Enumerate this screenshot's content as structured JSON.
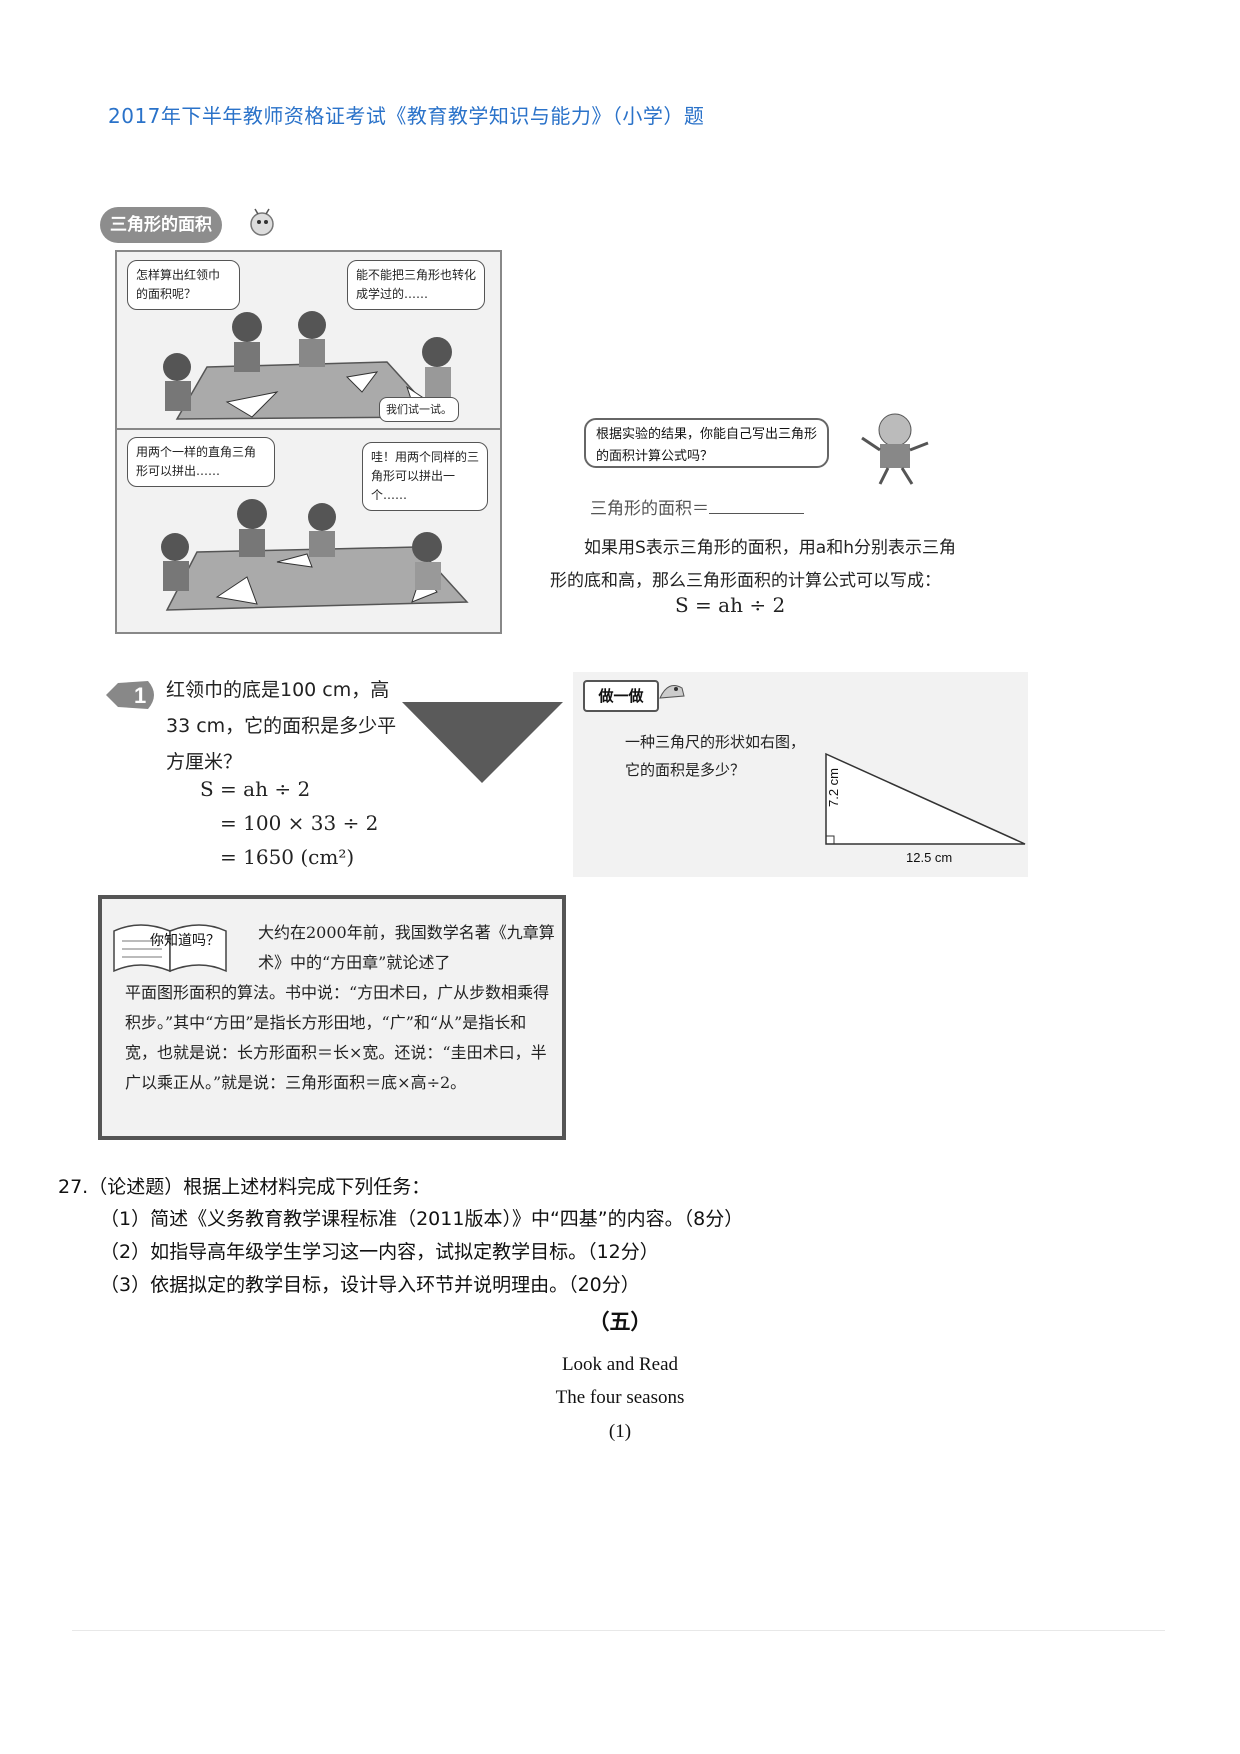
{
  "header": {
    "title": "2017年下半年教师资格证考试《教育教学知识与能力》（小学）题"
  },
  "textbook": {
    "section_title": "三角形的面积",
    "comic": {
      "bubble1": "怎样算出红领巾的面积呢？",
      "bubble2": "能不能把三角形也转化成学过的……",
      "bubble3": "我们试一试。",
      "bubble4": "用两个一样的直角三角形可以拼出……",
      "bubble5": "哇！用两个同样的三角形可以拼出一个……"
    },
    "question_bubble": "根据实验的结果，你能自己写出三角形的面积计算公式吗？",
    "formula_line_label": "三角形的面积＝",
    "explanation": "如果用S表示三角形的面积，用a和h分别表示三角形的底和高，那么三角形面积的计算公式可以写成：",
    "formula": "S = ah ÷ 2",
    "example": {
      "number": "1",
      "text": "红领巾的底是100 cm，高33 cm，它的面积是多少平方厘米？",
      "work": [
        "S = ah ÷ 2",
        "= 100 × 33 ÷ 2",
        "= 1650 (cm²)"
      ]
    },
    "try_it": {
      "tag": "做一做",
      "text": "一种三角尺的形状如右图，它的面积是多少？",
      "height_label": "7.2 cm",
      "base_label": "12.5 cm"
    },
    "did_you_know": {
      "icon_label": "你知道吗？",
      "text_top": "大约在2000年前，我国数学名著《九章算术》中的“方田章”就论述了",
      "text": "平面图形面积的算法。书中说：“方田术曰，广从步数相乘得积步。”其中“方田”是指长方形田地，“广”和“从”是指长和宽，也就是说：长方形面积＝长×宽。还说：“圭田术曰，半广以乘正从。”就是说：三角形面积＝底×高÷2。"
    }
  },
  "question": {
    "main": "27.（论述题）根据上述材料完成下列任务：",
    "items": [
      "（1）简述《义务教育教学课程标准（2011版本）》中“四基”的内容。（8分）",
      "（2）如指导高年级学生学习这一内容，试拟定教学目标。（12分）",
      "（3）依据拟定的教学目标，设计导入环节并说明理由。（20分）"
    ]
  },
  "section_five": {
    "heading": "（五）",
    "line1": "Look and Read",
    "line2": "The four seasons",
    "line3": "(1)"
  }
}
